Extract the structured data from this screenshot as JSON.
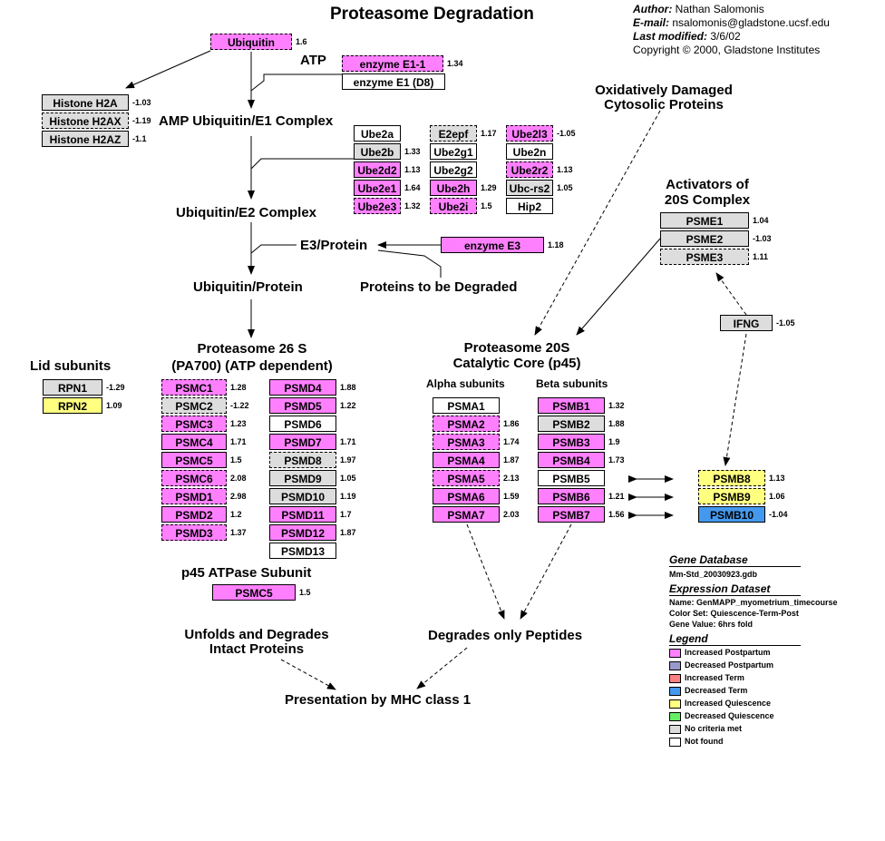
{
  "title": "Proteasome Degradation",
  "header": {
    "author_label": "Author:",
    "author": " Nathan Salomonis",
    "email_label": "E-mail:",
    "email": " nsalomonis@gladstone.ucsf.edu",
    "modified_label": "Last modified:",
    "modified": " 3/6/02",
    "copyright": "Copyright © 2000, Gladstone Institutes"
  },
  "colors": {
    "increased_postpartum": "#ff80ff",
    "decreased_postpartum": "#9999cc",
    "increased_term": "#ff8080",
    "decreased_term": "#4499ee",
    "increased_quiescence": "#ffff80",
    "decreased_quiescence": "#66ee66",
    "no_criteria": "#dddddd",
    "not_found": "#ffffff"
  },
  "labels": {
    "atp": "ATP",
    "amp_complex": "AMP Ubiquitin/E1 Complex",
    "e2_complex": "Ubiquitin/E2 Complex",
    "e3_protein": "E3/Protein",
    "ub_protein": "Ubiquitin/Protein",
    "to_degrade": "Proteins to be Degraded",
    "oxidized_1": "Oxidatively Damaged",
    "oxidized_2": "Cytosolic Proteins",
    "activators_1": "Activators of",
    "activators_2": "20S Complex",
    "lid": "Lid subunits",
    "p26_1": "Proteasome 26 S",
    "p26_2": "(PA700) (ATP dependent)",
    "p20_1": "Proteasome 20S",
    "p20_2": "Catalytic Core (p45)",
    "alpha": "Alpha subunits",
    "beta": "Beta subunits",
    "p45": "p45 ATPase Subunit",
    "unfolds_1": "Unfolds and Degrades",
    "unfolds_2": "Intact Proteins",
    "peptides": "Degrades only Peptides",
    "mhc": "Presentation by MHC class 1"
  },
  "genes": [
    {
      "name": "Ubiquitin",
      "value": "1.6",
      "color": "#ff80ff",
      "dashed": true
    },
    {
      "name": "enzyme E1-1",
      "value": "1.34",
      "color": "#ff80ff",
      "dashed": true
    },
    {
      "name": "enzyme E1 (D8)",
      "value": "",
      "color": "#ffffff",
      "dashed": false
    },
    {
      "name": "Histone H2A",
      "value": "-1.03",
      "color": "#dddddd",
      "dashed": false
    },
    {
      "name": "Histone H2AX",
      "value": "-1.19",
      "color": "#dddddd",
      "dashed": true
    },
    {
      "name": "Histone H2AZ",
      "value": "-1.1",
      "color": "#dddddd",
      "dashed": false
    },
    {
      "name": "Ube2a",
      "value": "",
      "color": "#ffffff",
      "dashed": false
    },
    {
      "name": "Ube2b",
      "value": "1.33",
      "color": "#dddddd",
      "dashed": false
    },
    {
      "name": "Ube2d2",
      "value": "1.13",
      "color": "#ff80ff",
      "dashed": false
    },
    {
      "name": "Ube2e1",
      "value": "1.64",
      "color": "#ff80ff",
      "dashed": false
    },
    {
      "name": "Ube2e3",
      "value": "1.32",
      "color": "#ff80ff",
      "dashed": true
    },
    {
      "name": "E2epf",
      "value": "1.17",
      "color": "#dddddd",
      "dashed": true
    },
    {
      "name": "Ube2g1",
      "value": "",
      "color": "#ffffff",
      "dashed": false
    },
    {
      "name": "Ube2g2",
      "value": "",
      "color": "#ffffff",
      "dashed": false
    },
    {
      "name": "Ube2h",
      "value": "1.29",
      "color": "#ff80ff",
      "dashed": false
    },
    {
      "name": "Ube2i",
      "value": "1.5",
      "color": "#ff80ff",
      "dashed": true
    },
    {
      "name": "Ube2l3",
      "value": "-1.05",
      "color": "#ff80ff",
      "dashed": true
    },
    {
      "name": "Ube2n",
      "value": "",
      "color": "#ffffff",
      "dashed": false
    },
    {
      "name": "Ube2r2",
      "value": "1.13",
      "color": "#ff80ff",
      "dashed": true
    },
    {
      "name": "Ubc-rs2",
      "value": "1.05",
      "color": "#dddddd",
      "dashed": false
    },
    {
      "name": "Hip2",
      "value": "",
      "color": "#ffffff",
      "dashed": false
    },
    {
      "name": "enzyme E3",
      "value": "1.18",
      "color": "#ff80ff",
      "dashed": false
    },
    {
      "name": "PSME1",
      "value": "1.04",
      "color": "#dddddd",
      "dashed": false
    },
    {
      "name": "PSME2",
      "value": "-1.03",
      "color": "#dddddd",
      "dashed": false
    },
    {
      "name": "PSME3",
      "value": "1.11",
      "color": "#dddddd",
      "dashed": true
    },
    {
      "name": "IFNG",
      "value": "-1.05",
      "color": "#dddddd",
      "dashed": false
    },
    {
      "name": "RPN1",
      "value": "-1.29",
      "color": "#dddddd",
      "dashed": false
    },
    {
      "name": "RPN2",
      "value": "1.09",
      "color": "#ffff80",
      "dashed": false
    },
    {
      "name": "PSMC1",
      "value": "1.28",
      "color": "#ff80ff",
      "dashed": true
    },
    {
      "name": "PSMC2",
      "value": "-1.22",
      "color": "#dddddd",
      "dashed": true
    },
    {
      "name": "PSMC3",
      "value": "1.23",
      "color": "#ff80ff",
      "dashed": true
    },
    {
      "name": "PSMC4",
      "value": "1.71",
      "color": "#ff80ff",
      "dashed": false
    },
    {
      "name": "PSMC5",
      "value": "1.5",
      "color": "#ff80ff",
      "dashed": false
    },
    {
      "name": "PSMC6",
      "value": "2.08",
      "color": "#ff80ff",
      "dashed": true
    },
    {
      "name": "PSMD1",
      "value": "2.98",
      "color": "#ff80ff",
      "dashed": true
    },
    {
      "name": "PSMD2",
      "value": "1.2",
      "color": "#ff80ff",
      "dashed": false
    },
    {
      "name": "PSMD3",
      "value": "1.37",
      "color": "#ff80ff",
      "dashed": true
    },
    {
      "name": "PSMD4",
      "value": "1.88",
      "color": "#ff80ff",
      "dashed": false
    },
    {
      "name": "PSMD5",
      "value": "1.22",
      "color": "#ff80ff",
      "dashed": false
    },
    {
      "name": "PSMD6",
      "value": "",
      "color": "#ffffff",
      "dashed": false
    },
    {
      "name": "PSMD7",
      "value": "1.71",
      "color": "#ff80ff",
      "dashed": false
    },
    {
      "name": "PSMD8",
      "value": "1.97",
      "color": "#dddddd",
      "dashed": true
    },
    {
      "name": "PSMD9",
      "value": "1.05",
      "color": "#dddddd",
      "dashed": false
    },
    {
      "name": "PSMD10",
      "value": "1.19",
      "color": "#dddddd",
      "dashed": false
    },
    {
      "name": "PSMD11",
      "value": "1.7",
      "color": "#ff80ff",
      "dashed": false
    },
    {
      "name": "PSMD12",
      "value": "1.87",
      "color": "#ff80ff",
      "dashed": false
    },
    {
      "name": "PSMD13",
      "value": "",
      "color": "#ffffff",
      "dashed": false
    },
    {
      "name": "PSMC5",
      "value": "1.5",
      "color": "#ff80ff",
      "dashed": false
    },
    {
      "name": "PSMA1",
      "value": "",
      "color": "#ffffff",
      "dashed": false
    },
    {
      "name": "PSMA2",
      "value": "1.86",
      "color": "#ff80ff",
      "dashed": true
    },
    {
      "name": "PSMA3",
      "value": "1.74",
      "color": "#ff80ff",
      "dashed": true
    },
    {
      "name": "PSMA4",
      "value": "1.87",
      "color": "#ff80ff",
      "dashed": false
    },
    {
      "name": "PSMA5",
      "value": "2.13",
      "color": "#ff80ff",
      "dashed": true
    },
    {
      "name": "PSMA6",
      "value": "1.59",
      "color": "#ff80ff",
      "dashed": false
    },
    {
      "name": "PSMA7",
      "value": "2.03",
      "color": "#ff80ff",
      "dashed": false
    },
    {
      "name": "PSMB1",
      "value": "1.32",
      "color": "#ff80ff",
      "dashed": false
    },
    {
      "name": "PSMB2",
      "value": "1.88",
      "color": "#dddddd",
      "dashed": false
    },
    {
      "name": "PSMB3",
      "value": "1.9",
      "color": "#ff80ff",
      "dashed": false
    },
    {
      "name": "PSMB4",
      "value": "1.73",
      "color": "#ff80ff",
      "dashed": false
    },
    {
      "name": "PSMB5",
      "value": "",
      "color": "#ffffff",
      "dashed": false
    },
    {
      "name": "PSMB6",
      "value": "1.21",
      "color": "#ff80ff",
      "dashed": false
    },
    {
      "name": "PSMB7",
      "value": "1.56",
      "color": "#ff80ff",
      "dashed": false
    },
    {
      "name": "PSMB8",
      "value": "1.13",
      "color": "#ffff80",
      "dashed": true
    },
    {
      "name": "PSMB9",
      "value": "1.06",
      "color": "#ffff80",
      "dashed": true
    },
    {
      "name": "PSMB10",
      "value": "-1.04",
      "color": "#4499ee",
      "dashed": false
    }
  ],
  "info": {
    "gene_db_title": "Gene Database",
    "gene_db": "Mm-Std_20030923.gdb",
    "expr_title": "Expression Dataset",
    "expr_name": "Name: GenMAPP_myometrium_timecourse",
    "color_set": "Color Set: Quiescence-Term-Post",
    "gene_value": "Gene Value: 6hrs fold",
    "legend_title": "Legend"
  },
  "legend": [
    {
      "label": "Increased Postpartum",
      "color": "#ff80ff"
    },
    {
      "label": "Decreased Postpartum",
      "color": "#9999cc"
    },
    {
      "label": "Increased Term",
      "color": "#ff8080"
    },
    {
      "label": "Decreased Term",
      "color": "#4499ee"
    },
    {
      "label": "Increased Quiescence",
      "color": "#ffff80"
    },
    {
      "label": "Decreased Quiescence",
      "color": "#66ee66"
    },
    {
      "label": "No criteria met",
      "color": "#dddddd"
    },
    {
      "label": "Not found",
      "color": "#ffffff"
    }
  ]
}
